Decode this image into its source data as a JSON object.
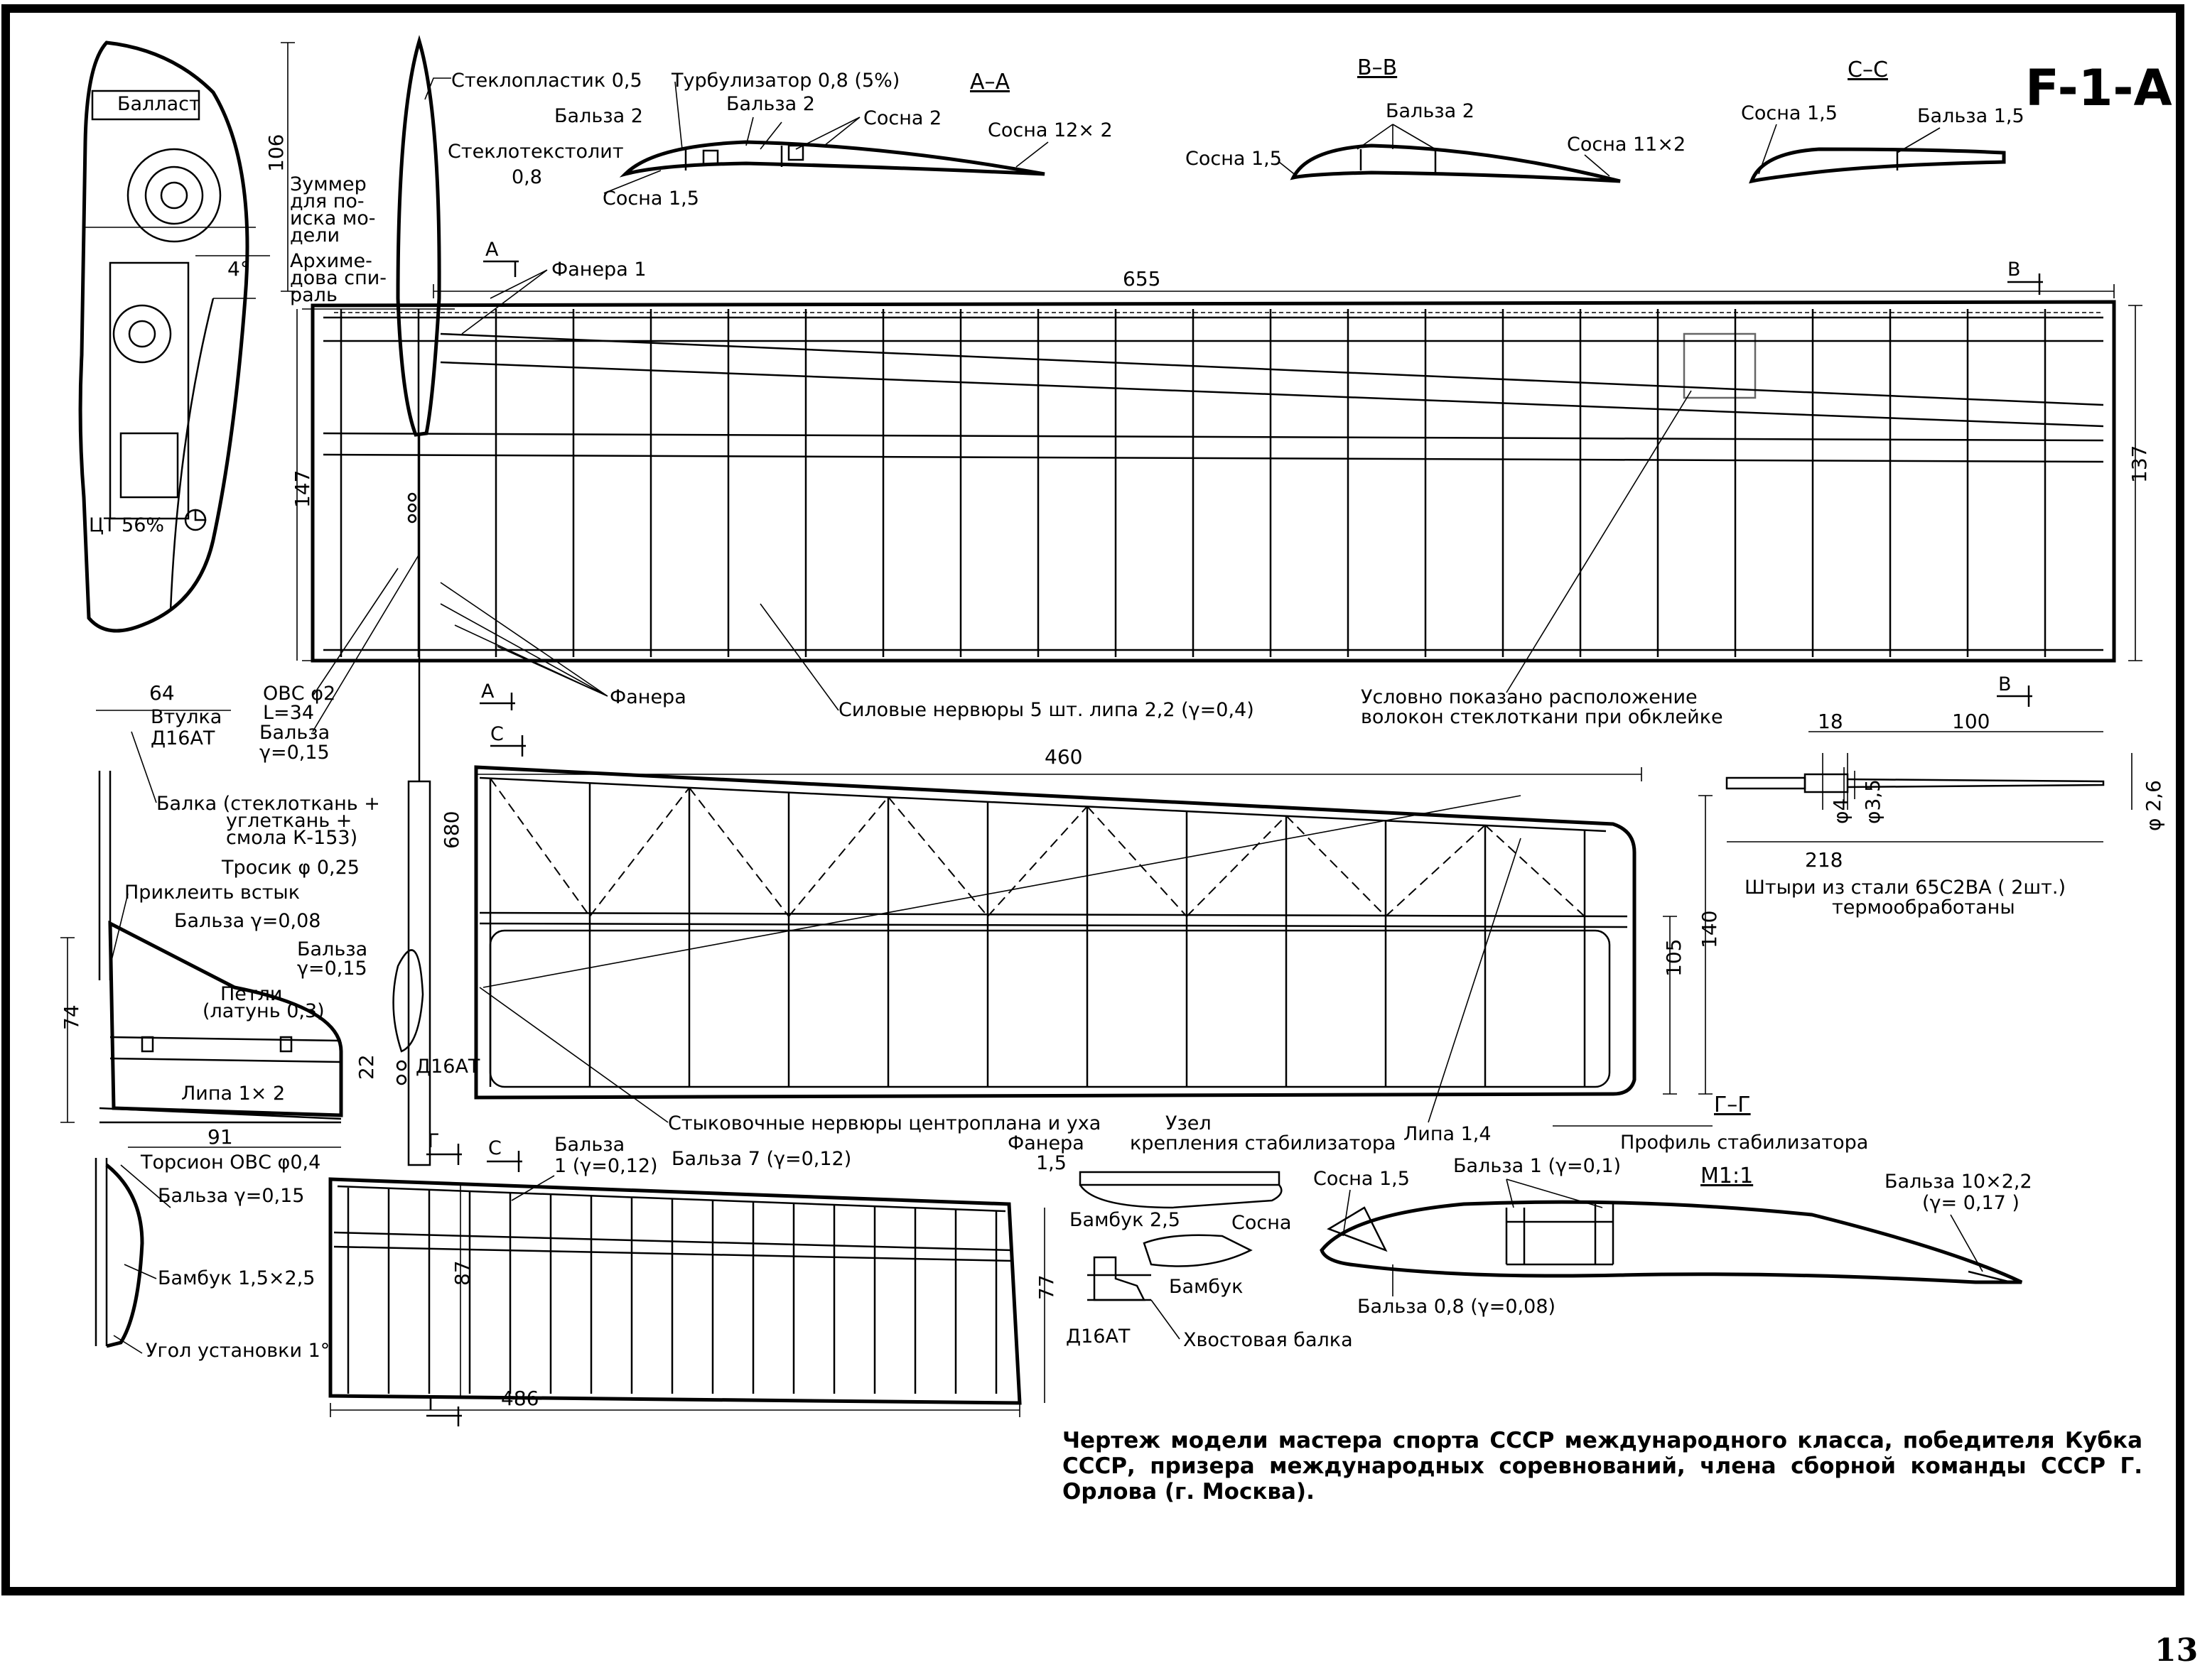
{
  "title": "F-1-A",
  "page_number": "13",
  "caption": "Чертеж модели мастера спорта СССР международного класса, победителя Кубка СССР, призера международных соревнований, члена сборной команды СССР Г. Орлова (г. Москва).",
  "sections": {
    "aa": "А–А",
    "bb": "В–В",
    "cc": "С–С",
    "gg": "Г–Г",
    "m11": "М1:1"
  },
  "section_marks": {
    "a": "А",
    "b": "В",
    "c": "С",
    "g": "Г"
  },
  "labels": {
    "ballast": "Балласт",
    "buzzer": [
      "Зуммер",
      "для по-",
      "иска мо-",
      "дели"
    ],
    "spiral": [
      "Архиме-",
      "дова спи-",
      "раль"
    ],
    "ct": "ЦТ 56%",
    "fiberglass": "Стеклопластик 0,5",
    "turbulator": "Турбулизатор 0,8  (5%)",
    "balsa2a": "Бальза 2",
    "balsa2b": "Бальза 2",
    "pine2": "Сосна 2",
    "pine12x2": "Сосна 12× 2",
    "pine15a": "Сосна 1,5",
    "textolite": [
      "Стеклотекстолит",
      "0,8"
    ],
    "bb_balsa2": "Бальза 2",
    "bb_pine15": "Сосна 1,5",
    "bb_pine11x2": "Сосна 11×2",
    "cc_pine15": "Сосна 1,5",
    "cc_balsa15": "Бальза 1,5",
    "plywood1": "Фанера 1",
    "plywood": "Фанера",
    "ribs": "Силовые нервюры 5 шт. липа 2,2  (γ=0,4)",
    "fibers": [
      "Условно показано расположение",
      "волокон стеклоткани при обклейке"
    ],
    "ovc2": "ОВС φ2",
    "l34": "L=34",
    "balsa015": [
      "Бальза",
      "γ=0,15"
    ],
    "bushing": [
      "Втулка",
      "Д16АТ"
    ],
    "boom": [
      "Балка (стеклоткань +",
      "углеткань +",
      "смола К-153)"
    ],
    "cable": "Тросик φ 0,25",
    "glue": "Приклеить встык",
    "balsa008": "Бальза γ=0,08",
    "balsa015b": [
      "Бальза",
      "γ=0,15"
    ],
    "hinges": [
      "Петли",
      "(латунь 0,3)"
    ],
    "d16at": "Д16АТ",
    "linden1x2": "Липа  1× 2",
    "torsion": "Торсион ОВС φ0,4",
    "balsa015c": "Бальза γ=0,15",
    "bamboo": "Бамбук 1,5×2,5",
    "angle": "Угол установки 1°",
    "pins": [
      "Штыри из стали 65С2ВА ( 2шт.)",
      "термообработаны"
    ],
    "join_ribs": "Стыковочные нервюры центроплана и уха",
    "balsa7": "Бальза 7  (γ=0,12)",
    "balsa1_012": [
      "Бальза",
      "1  (γ=0,12)"
    ],
    "node": [
      "Узел",
      "крепления стабилизатора"
    ],
    "plywood15": [
      "Фанера",
      "1,5"
    ],
    "bamboo25": "Бамбук 2,5",
    "pine": "Сосна",
    "bamboo_s": "Бамбук",
    "d16at2": "Д16АТ",
    "tailboom": "Хвостовая балка",
    "linden14": "Липа 1,4",
    "stab_profile": "Профиль стабилизатора",
    "s_pine15": "Сосна 1,5",
    "s_balsa1": "Бальза  1  (γ=0,1)",
    "s_balsa10": [
      "Бальза  10×2,2",
      "(γ= 0,17 )"
    ],
    "s_balsa08": "Бальза 0,8 (γ=0,08)"
  },
  "dimensions": {
    "d106": "106",
    "d4deg": "4°",
    "d147": "147",
    "d64": "64",
    "d655": "655",
    "d137": "137",
    "d460": "460",
    "d105": "105",
    "d140": "140",
    "d18": "18",
    "d100": "100",
    "d218": "218",
    "d_phi4": "φ4",
    "d_phi35": "φ3,5",
    "d_phi26": "φ 2,6",
    "d680": "680",
    "d74": "74",
    "d22": "22",
    "d91": "91",
    "d87": "87",
    "d77": "77",
    "d486": "486"
  }
}
